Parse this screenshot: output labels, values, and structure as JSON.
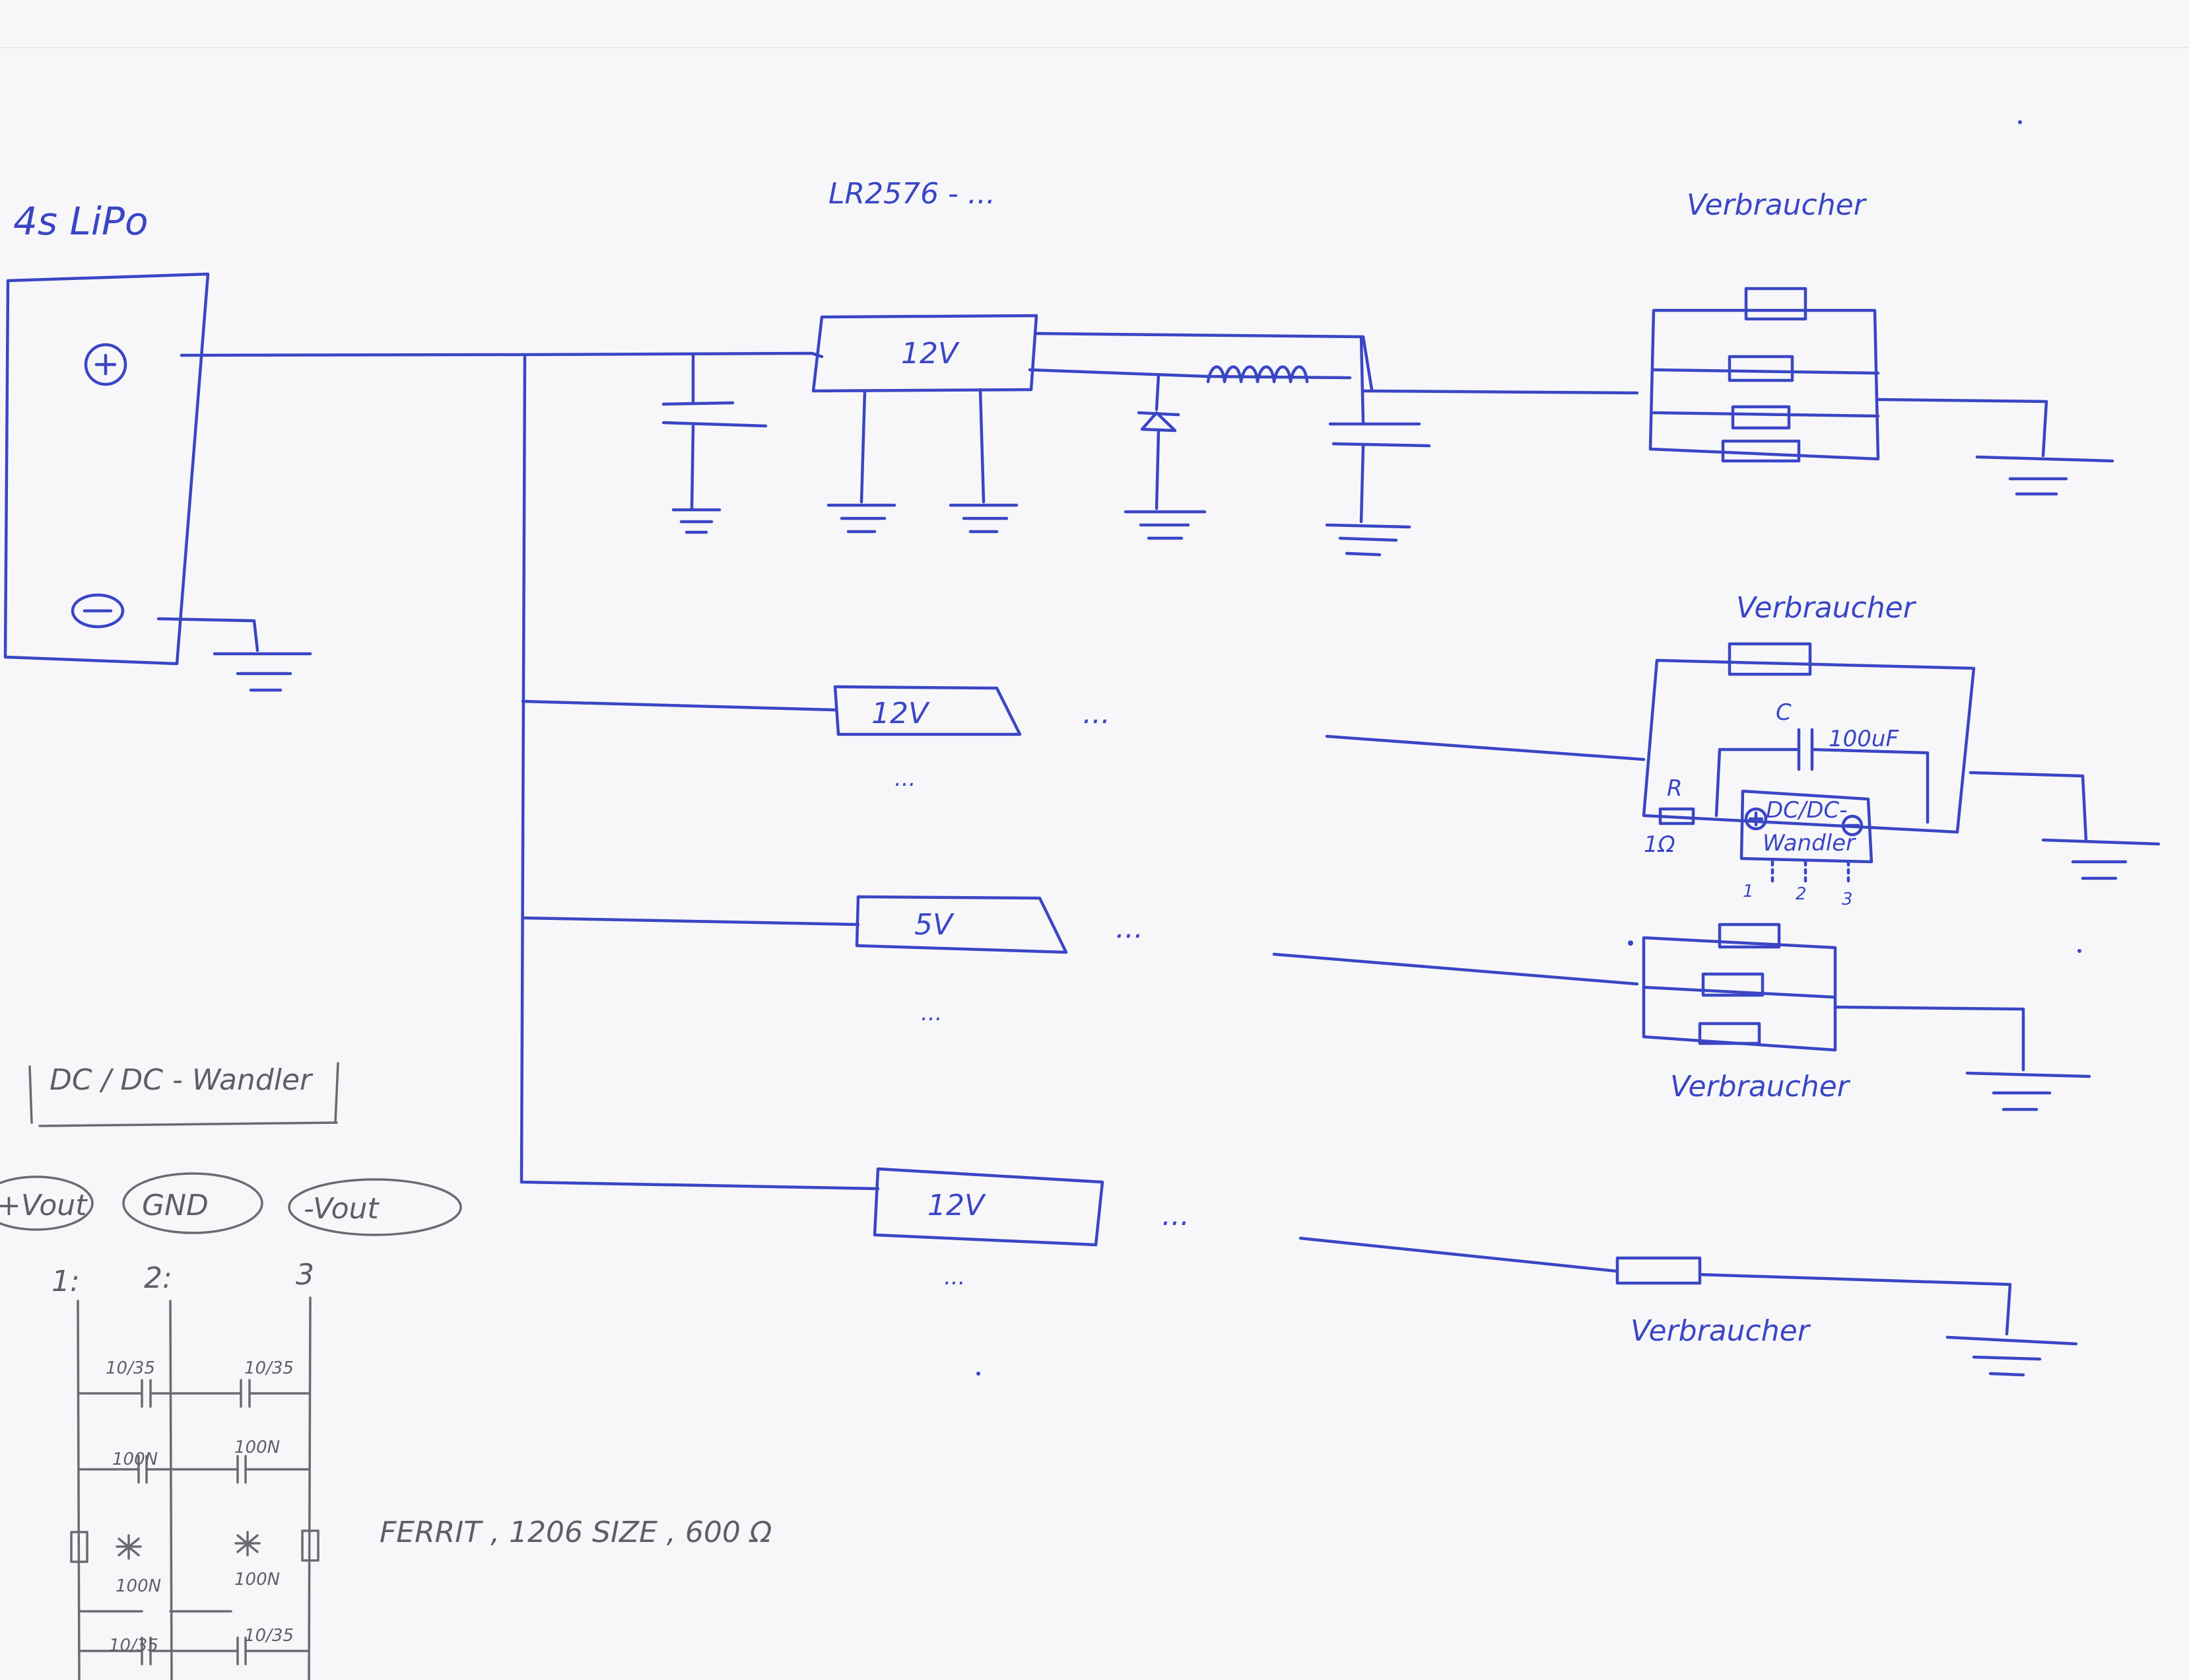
{
  "diagram": {
    "battery_label": "4s LiPo",
    "regulator_label": "LR2576 - ...",
    "consumer_label_1": "Verbraucher",
    "consumer_label_2": "Verbraucher",
    "consumer_label_3": "Verbraucher",
    "consumer_label_4": "Verbraucher",
    "branches": {
      "reg_main": "12V",
      "reg_a": "12V",
      "reg_b": "5V",
      "reg_c": "12V",
      "ellipsis": "..."
    },
    "dcdc_block": {
      "cap_name": "C",
      "cap_value": "100uF",
      "resistor_name": "R",
      "resistor_value": "1Ω",
      "module_line1": "DC/DC-",
      "module_line2": "Wandler",
      "pins": [
        "1",
        "2",
        "3"
      ]
    }
  },
  "pencil_notes": {
    "title": "DC / DC - Wandler",
    "pins": [
      "+Vout",
      "GND",
      "-Vout"
    ],
    "pin_numbers": [
      "1:",
      "2:",
      "3"
    ],
    "cap_labels": [
      "10/35",
      "10/35",
      "100N",
      "100N",
      "100N",
      "100N",
      "10/35",
      "10/35"
    ],
    "ferrite_note": "FERRIT , 1206 SIZE , 600 Ω"
  }
}
